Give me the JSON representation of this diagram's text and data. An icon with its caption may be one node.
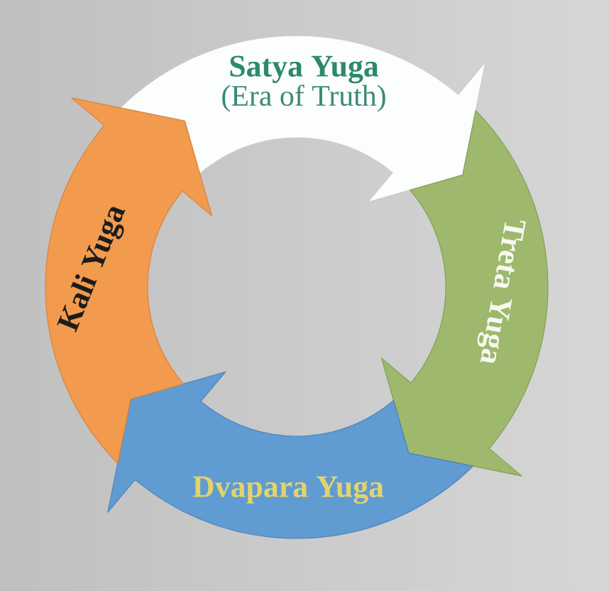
{
  "diagram": {
    "nodes": [
      {
        "text": [
          "Satya Yuga",
          "(Era of Truth)"
        ]
      },
      {
        "text": [
          "Treta Yuga"
        ]
      },
      {
        "text": [
          "Dvapara Yuga"
        ]
      },
      {
        "text": [
          "Kali Yuga"
        ]
      }
    ]
  }
}
